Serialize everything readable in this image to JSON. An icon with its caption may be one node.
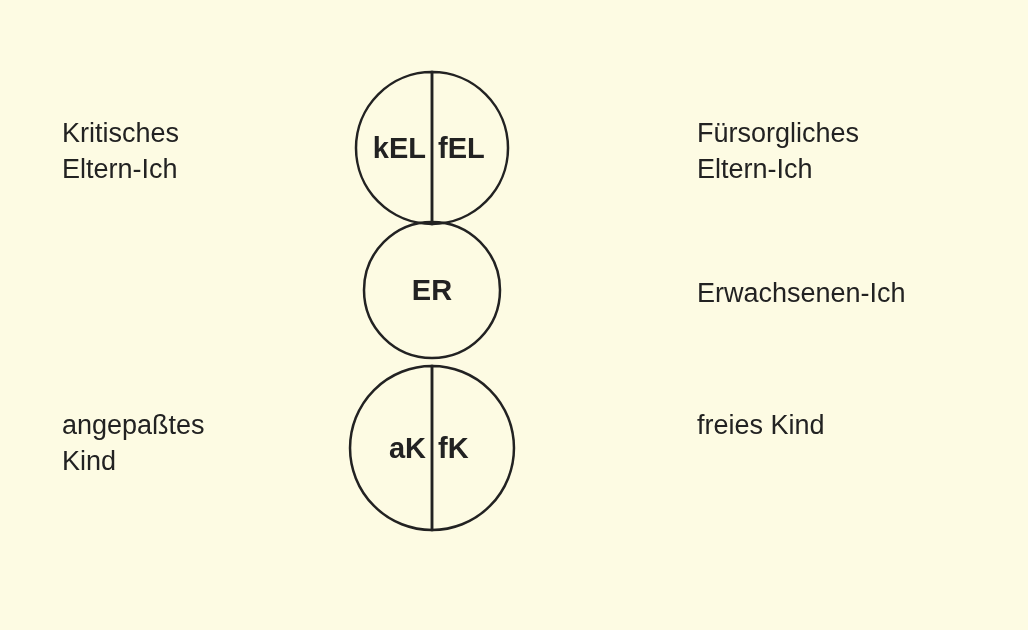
{
  "diagram": {
    "nodes": [
      {
        "text": [
          "kEL"
        ]
      },
      {
        "text": [
          "fEL"
        ]
      },
      {
        "text": [
          "ER"
        ]
      },
      {
        "text": [
          "aK"
        ]
      },
      {
        "text": [
          "fK"
        ]
      }
    ],
    "edges": [],
    "labels": [
      "Kritisches Eltern-Ich",
      "Fürsorgliches Eltern-Ich",
      "Erwachsenen-Ich",
      "angepaßtes Kind",
      "freies Kind"
    ]
  }
}
